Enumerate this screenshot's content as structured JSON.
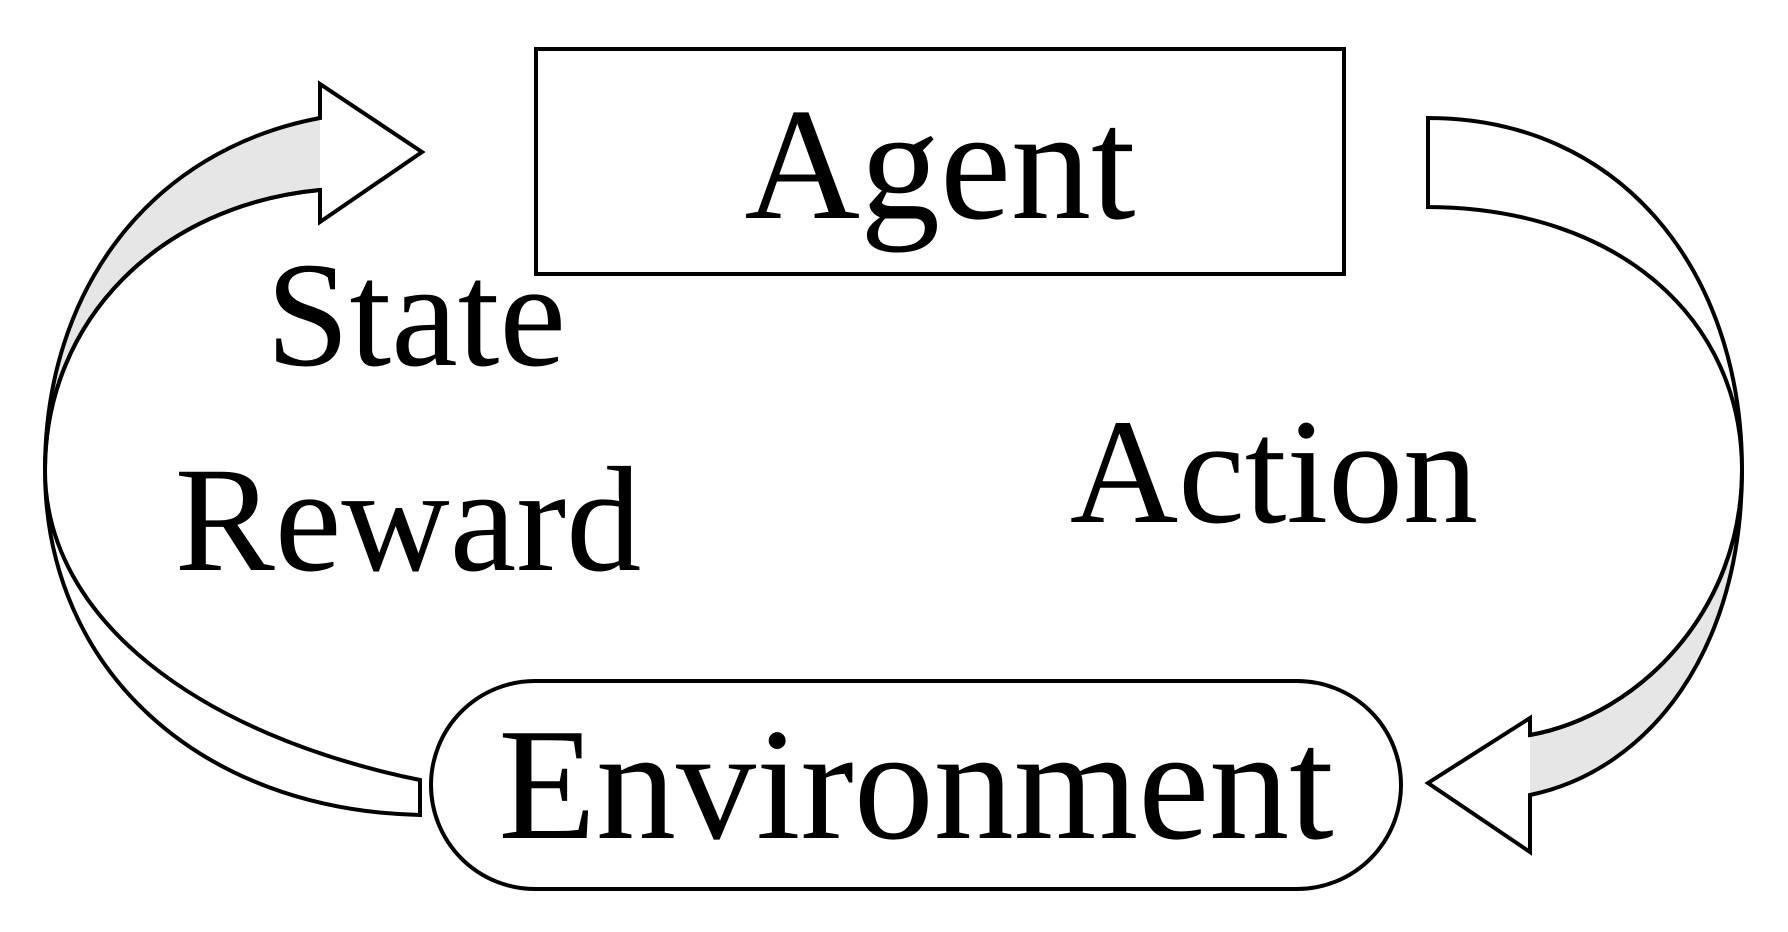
{
  "nodes": {
    "agent": {
      "label": "Agent"
    },
    "environment": {
      "label": "Environment"
    }
  },
  "edges": {
    "action": {
      "label": "Action"
    },
    "feedback": {
      "label_line1": "State",
      "label_line2": "Reward"
    }
  },
  "colors": {
    "stroke": "#000000",
    "arrow_fill": "#e6e6e6",
    "background": "#ffffff"
  }
}
